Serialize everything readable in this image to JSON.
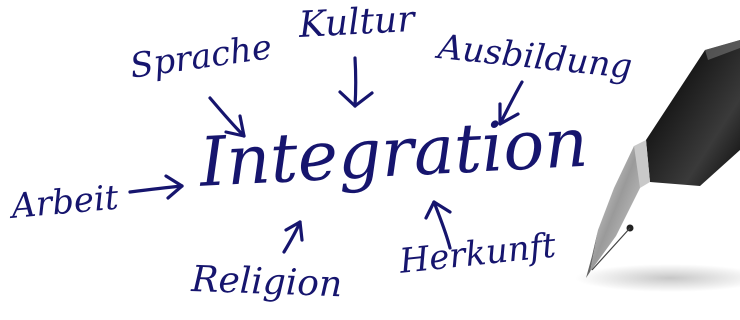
{
  "diagram": {
    "center": "Integration",
    "terms": {
      "sprache": "Sprache",
      "kultur": "Kultur",
      "ausbildung": "Ausbildung",
      "arbeit": "Arbeit",
      "religion": "Religion",
      "herkunft": "Herkunft"
    },
    "ink_color": "#16156e"
  },
  "decoration": {
    "pen": "fountain-pen-icon"
  }
}
